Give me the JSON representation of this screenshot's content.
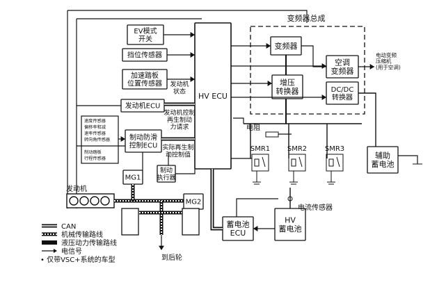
{
  "title_inverter": "变频器总成",
  "blocks": {
    "ev_switch": "EV模式\n开关",
    "shift_sensor": "挡位传感器",
    "accel_sensor": "加速踏板\n位置传感器",
    "engine_ecu": "发动机ECU",
    "brake_ecu": "制动防滑\n控制ECU",
    "mg1": "MG1",
    "mg2": "MG2",
    "brake_actuator": "制动\n执行器",
    "hv_ecu": "HV ECU",
    "inverter": "变频器",
    "boost_converter": "增压\n转换器",
    "ac_inverter": "空调\n变频器",
    "dcdc": "DC/DC\n转换器",
    "ac_compressor": "电动变频\n压缩机\n(用于空调)",
    "aux_battery": "辅助\n蓄电池",
    "battery_ecu": "蓄电池\nECU",
    "hv_battery": "HV\n蓄电池",
    "smr1": "SMR1",
    "smr2": "SMR2",
    "smr3": "SMR3",
    "engine": "发动机"
  },
  "annotations": {
    "engine_status": "发动机\n状态",
    "engine_control": "发动机控制\n再生制动\n力请求",
    "actual_regen": "实际再生制\n动控制值",
    "resistor": "电阻",
    "current_sensor": "电流传感器",
    "to_rear_wheels": "到后轮"
  },
  "sensor_list": [
    "速度传感器",
    "偏移率和减",
    "速率传感器",
    "转向角传感器",
    "",
    "制动踏板",
    "行程传感器"
  ],
  "legend": [
    {
      "label": "CAN",
      "style": "can"
    },
    {
      "label": "机械传输路线",
      "style": "mech"
    },
    {
      "label": "液压动力传输路线",
      "style": "hyd"
    },
    {
      "label": "电信号",
      "style": "elec"
    },
    {
      "label": "• 仅带VSC+系统的车型",
      "style": "note"
    }
  ]
}
